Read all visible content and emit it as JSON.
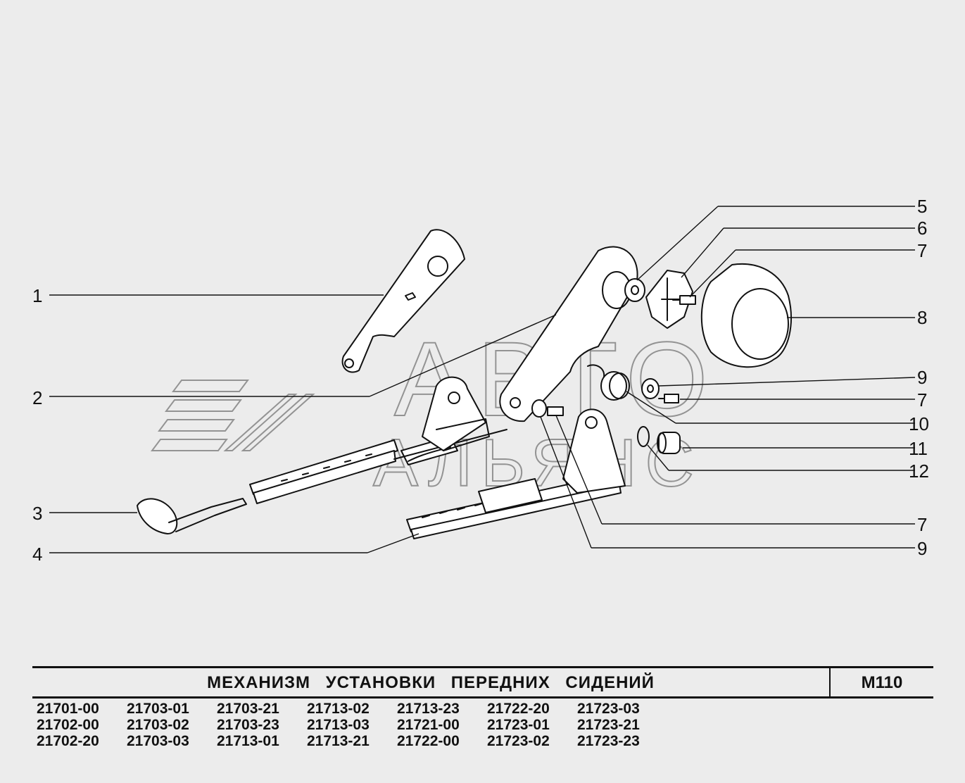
{
  "diagram": {
    "callouts": [
      "1",
      "2",
      "3",
      "4",
      "5",
      "6",
      "7",
      "8",
      "9",
      "7",
      "10",
      "11",
      "12",
      "7",
      "9"
    ],
    "watermark": [
      "АВТО",
      "АЛЬЯНС"
    ]
  },
  "title_block": {
    "title": "МЕХАНИЗМ УСТАНОВКИ ПЕРЕДНИХ СИДЕНИЙ",
    "code": "M110"
  },
  "models": [
    [
      "21701-00",
      "21703-01",
      "21703-21",
      "21713-02",
      "21713-23",
      "21722-20",
      "21723-03"
    ],
    [
      "21702-00",
      "21703-02",
      "21703-23",
      "21713-03",
      "21721-00",
      "21723-01",
      "21723-21"
    ],
    [
      "21702-20",
      "21703-03",
      "21713-01",
      "21713-21",
      "21722-00",
      "21723-02",
      "21723-23"
    ]
  ]
}
